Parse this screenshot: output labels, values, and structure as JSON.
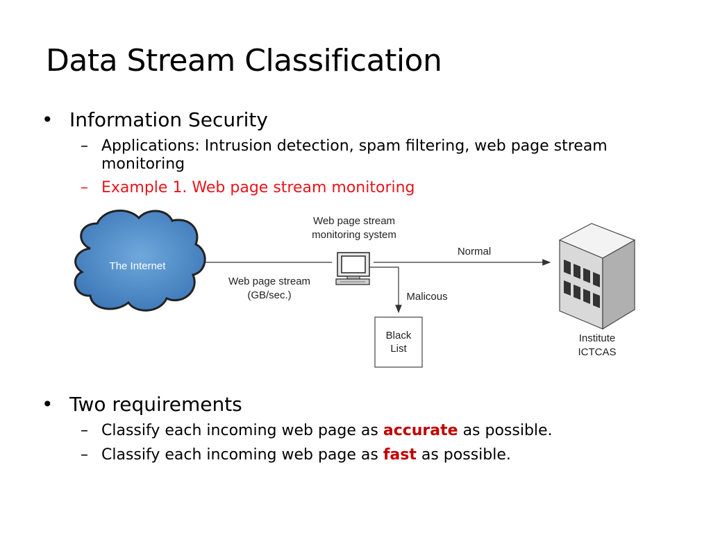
{
  "title": "Data Stream Classification",
  "bullets": [
    {
      "text": "Information Security",
      "sub": [
        {
          "text": "Applications: Intrusion detection, spam filtering, web page stream monitoring"
        },
        {
          "text": "Example 1. Web page stream monitoring"
        }
      ]
    },
    {
      "text": "Two requirements",
      "sub": [
        {
          "before": "Classify each incoming web page as ",
          "emph": "accurate",
          "after": " as possible."
        },
        {
          "before": "Classify each incoming web page as ",
          "emph": "fast",
          "after": " as possible."
        }
      ]
    }
  ],
  "diagram": {
    "internet_label": "The Internet",
    "system_label_1": "Web page stream",
    "system_label_2": "monitoring system",
    "stream_label_1": "Web page stream",
    "stream_label_2": "(GB/sec.)",
    "normal_label": "Normal",
    "malicious_label": "Malicous",
    "blacklist_label_1": "Black",
    "blacklist_label_2": "List",
    "institute_label_1": "Institute",
    "institute_label_2": "ICTCAS"
  }
}
